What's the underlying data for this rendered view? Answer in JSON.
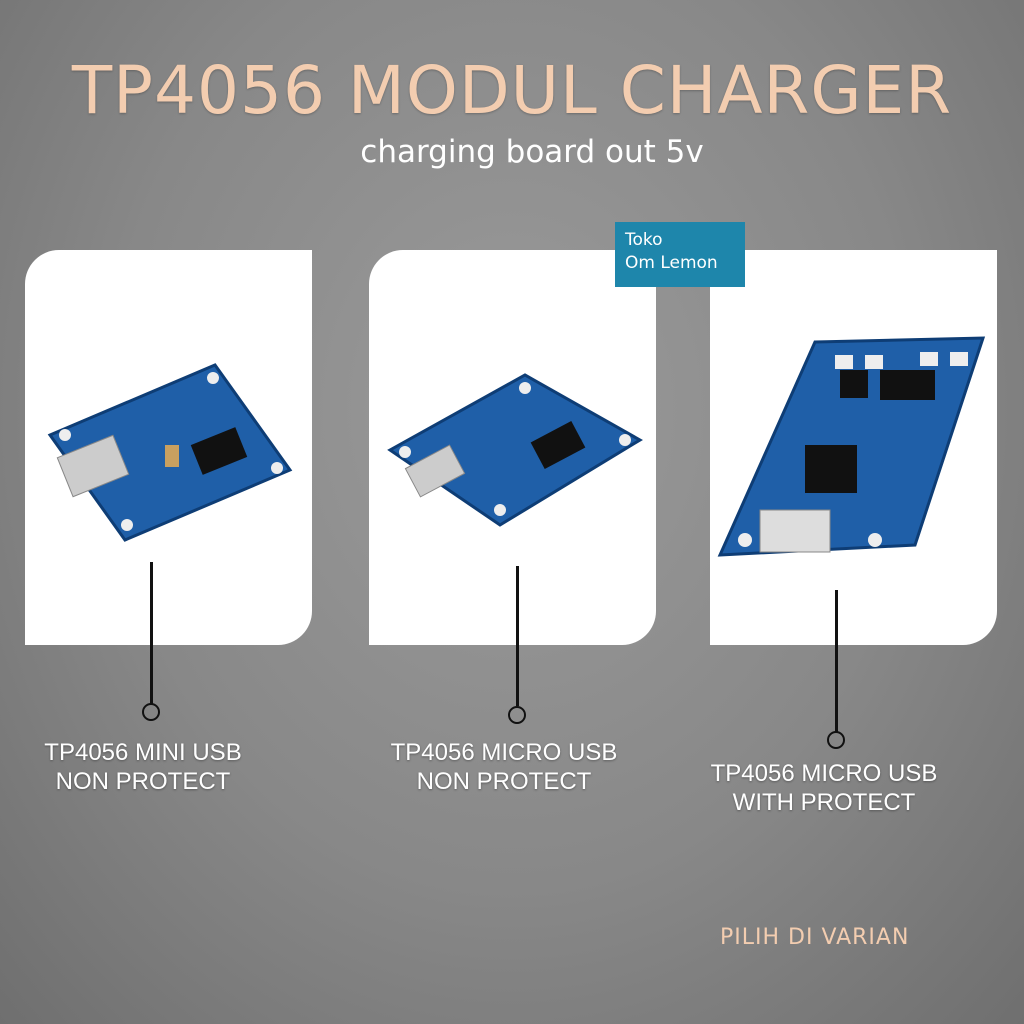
{
  "header": {
    "title": "TP4056 MODUL CHARGER",
    "subtitle": "charging board out 5v"
  },
  "watermark": {
    "line1": "Toko",
    "line2": "Om Lemon"
  },
  "products": [
    {
      "line1": "TP4056 MINI USB",
      "line2": "NON PROTECT"
    },
    {
      "line1": "TP4056 MICRO USB",
      "line2": "NON PROTECT"
    },
    {
      "line1": "TP4056 MICRO USB",
      "line2": "WITH PROTECT"
    }
  ],
  "footer": {
    "text": "PILIH DI VARIAN"
  },
  "colors": {
    "title": "#f3cdb0",
    "board": "#1f5fa8",
    "watermark": "#1e86ab",
    "background": "#8a8a8a"
  }
}
